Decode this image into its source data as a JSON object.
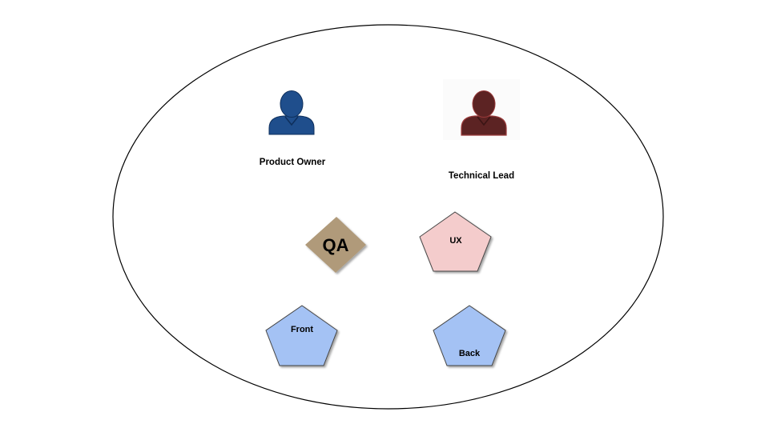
{
  "diagram": {
    "roles": [
      {
        "id": "product_owner",
        "label": "Product Owner",
        "icon": "person-icon",
        "color": "#1f4e8c"
      },
      {
        "id": "technical_lead",
        "label": "Technical Lead",
        "icon": "person-icon",
        "color": "#5c2323"
      }
    ],
    "qa": {
      "label": "QA",
      "shape": "diamond",
      "color": "#b09a7a"
    },
    "ux": {
      "label": "UX",
      "shape": "pentagon",
      "color": "#f4cccc"
    },
    "front": {
      "label": "Front",
      "shape": "pentagon",
      "color": "#a4c2f4"
    },
    "back": {
      "label": "Back",
      "shape": "pentagon",
      "color": "#a4c2f4"
    }
  }
}
